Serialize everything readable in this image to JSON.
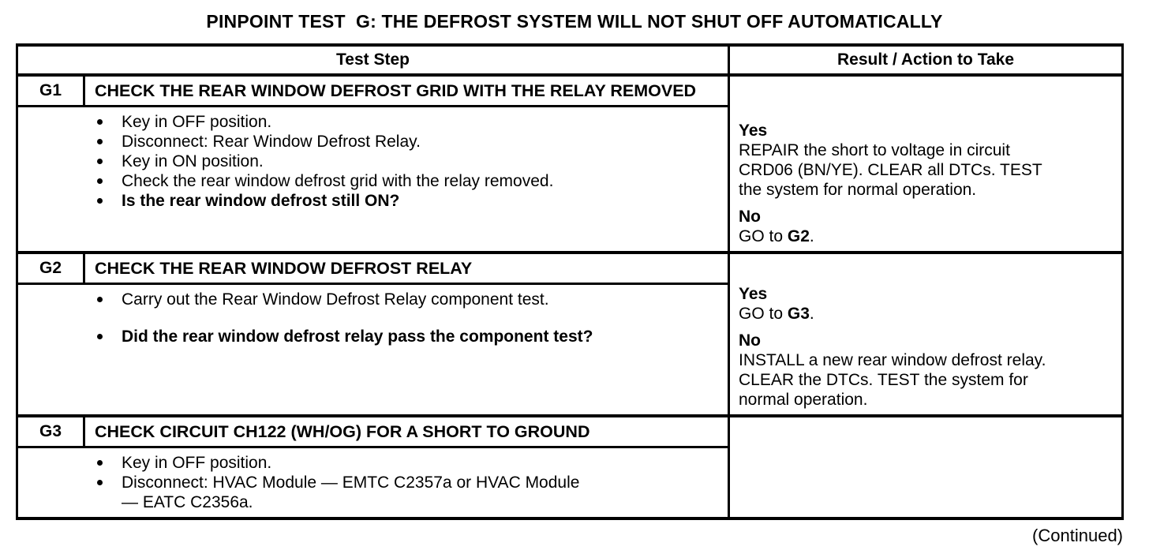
{
  "title": "PINPOINT TEST  G: THE DEFROST SYSTEM WILL NOT SHUT OFF AUTOMATICALLY",
  "continued": "(Continued)",
  "table": {
    "header": {
      "test_step": "Test Step",
      "result": "Result / Action to Take"
    },
    "steps": [
      {
        "id": "G1",
        "title": "CHECK THE REAR WINDOW DEFROST GRID WITH THE RELAY REMOVED",
        "bullets": [
          "Key in OFF position.",
          "Disconnect: Rear Window Defrost Relay.",
          "Key in ON position.",
          "Check the rear window defrost grid with the relay removed.",
          "Is the rear window defrost still ON?"
        ],
        "results": [
          {
            "label": "Yes",
            "pre": "REPAIR the short to voltage in circuit\nCRD06 (BN/YE). CLEAR all DTCs. TEST\nthe system for normal operation.",
            "bold": "",
            "post": ""
          },
          {
            "label": "No",
            "pre": "GO to ",
            "bold": "G2",
            "post": "."
          }
        ]
      },
      {
        "id": "G2",
        "title": "CHECK THE REAR WINDOW DEFROST RELAY",
        "bullets": [
          "Carry out the Rear Window Defrost Relay component test.",
          "Did the rear window defrost relay pass the component test?"
        ],
        "results": [
          {
            "label": "Yes",
            "pre": "GO to ",
            "bold": "G3",
            "post": "."
          },
          {
            "label": "No",
            "pre": "INSTALL a new rear window defrost relay.\nCLEAR the DTCs. TEST the system for\nnormal operation.",
            "bold": "",
            "post": ""
          }
        ]
      },
      {
        "id": "G3",
        "title": "CHECK CIRCUIT CH122 (WH/OG) FOR A SHORT TO GROUND",
        "bullets": [
          "Key in OFF position.",
          "Disconnect: HVAC Module — EMTC C2357a or HVAC Module\n— EATC C2356a."
        ],
        "results": []
      }
    ]
  }
}
